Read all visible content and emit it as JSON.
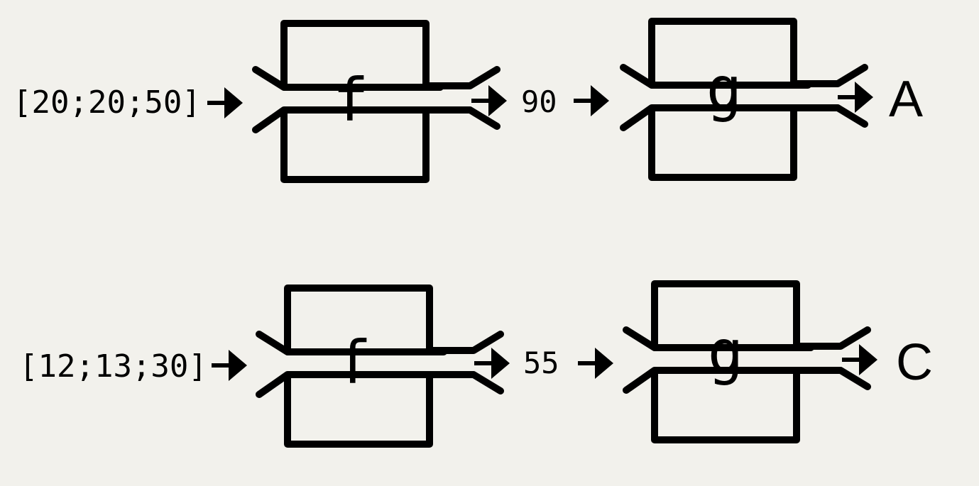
{
  "rows": [
    {
      "input": "[20;20;50]",
      "f_label": "f",
      "intermediate": "90",
      "g_label": "g",
      "output": "A"
    },
    {
      "input": "[12;13;30]",
      "f_label": "f",
      "intermediate": "55",
      "g_label": "g",
      "output": "C"
    }
  ]
}
